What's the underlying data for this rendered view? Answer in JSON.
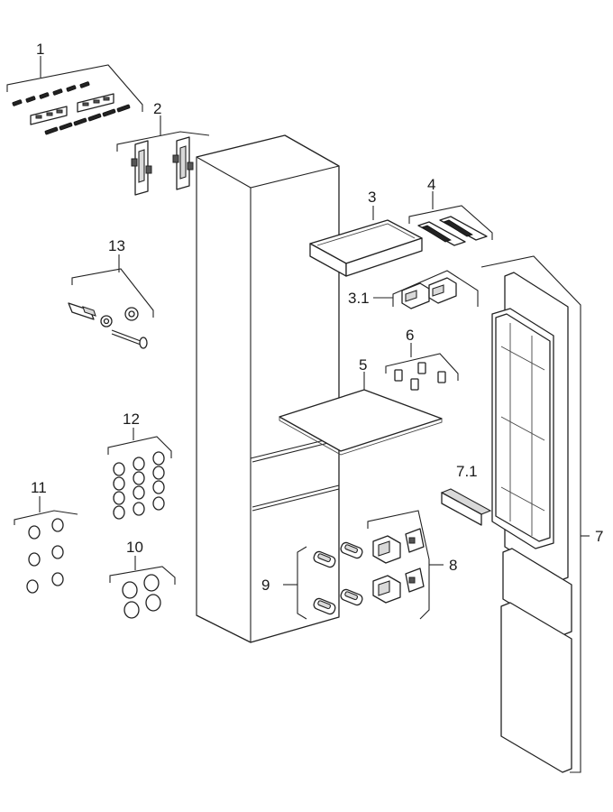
{
  "labels": {
    "l1": "1",
    "l2": "2",
    "l3": "3",
    "l3_1": "3.1",
    "l4": "4",
    "l5": "5",
    "l6": "6",
    "l7": "7",
    "l7_1": "7.1",
    "l8": "8",
    "l9": "9",
    "l10": "10",
    "l11": "11",
    "l12": "12",
    "l13": "13"
  },
  "colors": {
    "line": "#222222",
    "shade": "#d9d9d9",
    "background": "#ffffff"
  }
}
